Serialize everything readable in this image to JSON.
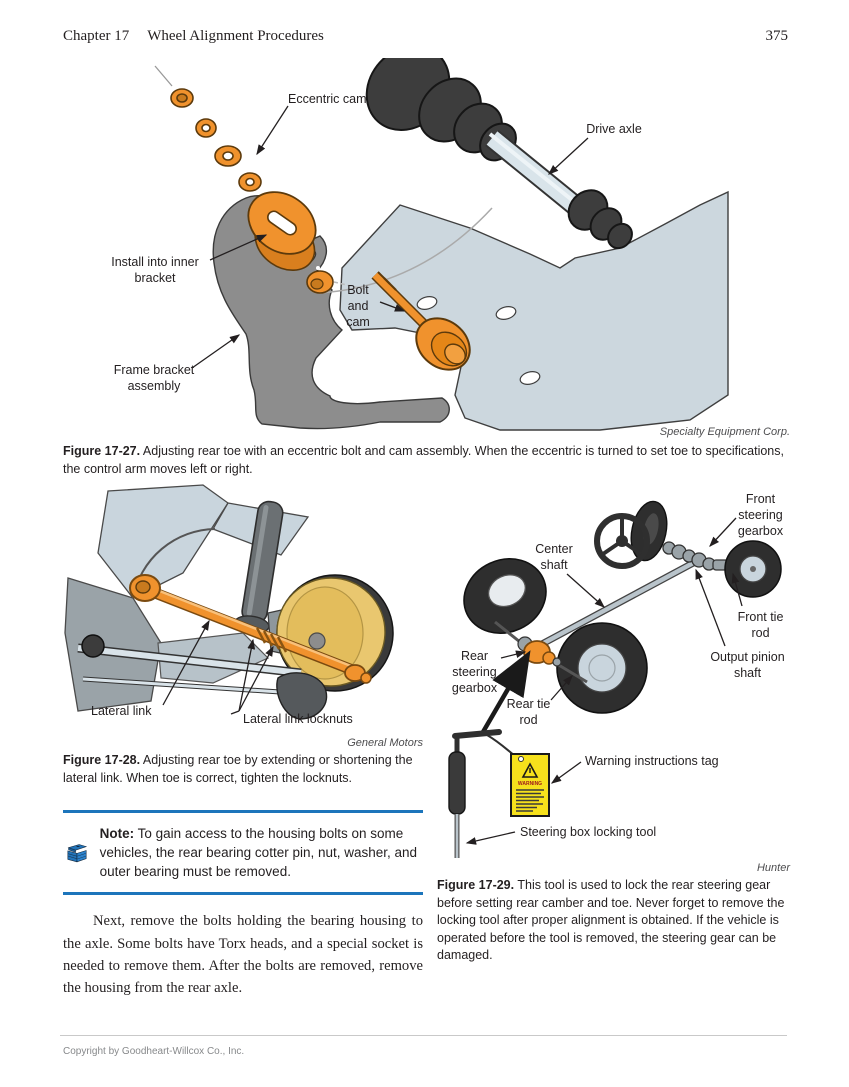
{
  "header": {
    "chapter_label": "Chapter 17",
    "chapter_title": "Wheel Alignment Procedures",
    "page_number": "375"
  },
  "fig27": {
    "labels": {
      "eccentric_cam": "Eccentric cam",
      "drive_axle": "Drive axle",
      "install_into": "Install into inner bracket",
      "bolt_and_cam": "Bolt and cam",
      "frame_bracket": "Frame bracket assembly"
    },
    "credit": "Specialty Equipment Corp.",
    "caption_number": "Figure 17-27.",
    "caption_text": "Adjusting rear toe with an eccentric bolt and cam assembly. When the eccentric is turned to set toe to specifications, the control arm moves left or right."
  },
  "fig28": {
    "labels": {
      "lateral_link": "Lateral link",
      "lateral_link_locknuts": "Lateral link locknuts"
    },
    "credit": "General Motors",
    "caption_number": "Figure 17-28.",
    "caption_text": "Adjusting rear toe by extending or shortening the lateral link. When toe is correct, tighten the locknuts."
  },
  "note": {
    "icon": "toolbox-icon",
    "label": "Note:",
    "text": "To gain access to the housing bolts on some vehicles, the rear bearing cotter pin, nut, washer, and outer bearing must be removed."
  },
  "paragraph": "Next, remove the bolts holding the bearing housing to the axle. Some bolts have Torx heads, and a special socket is needed to remove them. After the bolts are removed, remove the housing from the rear axle.",
  "fig29": {
    "labels": {
      "front_steering_gearbox": "Front steering gearbox",
      "center_shaft": "Center shaft",
      "front_tie_rod": "Front tie rod",
      "output_pinion_shaft": "Output pinion shaft",
      "rear_steering_gearbox": "Rear steering gearbox",
      "rear_tie_rod": "Rear tie rod",
      "warning_tag": "Warning instructions tag",
      "locking_tool": "Steering box locking tool"
    },
    "tag_word": "WARNING",
    "credit": "Hunter",
    "caption_number": "Figure 17-29.",
    "caption_text": "This tool is used to lock the rear steering gear before setting rear camber and toe. Never forget to remove the locking tool after proper alignment is obtained. If the vehicle is operated before the tool is removed, the steering gear can be damaged."
  },
  "footer": {
    "copyright": "Copyright by Goodheart-Willcox Co., Inc."
  },
  "colors": {
    "accent_orange": "#f0922d",
    "note_blue": "#1c75bb",
    "plate_bluegray": "#ccd7de",
    "bracket_gray": "#8d8d8d",
    "tag_yellow": "#f6e11c",
    "drum_tan": "#e9c76f",
    "text": "#231f20"
  }
}
